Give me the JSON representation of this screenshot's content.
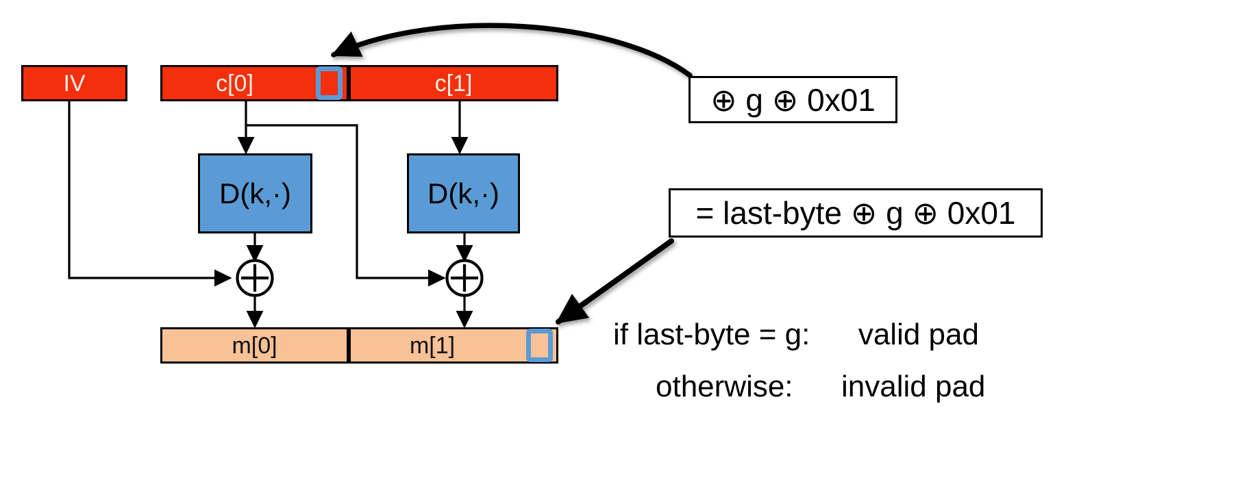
{
  "diagram": {
    "title": "CBC padding-oracle attack diagram",
    "colors": {
      "ciphertext_block": "#F42F0E",
      "ciphertext_text": "#FDEFE2",
      "message_block": "#F8C196",
      "decrypt_block": "#5B9BD5",
      "highlight_border": "#5B9BD5",
      "outline": "#000000",
      "background": "#FFFFFF"
    },
    "ciphertext_row": {
      "iv_label": "IV",
      "blocks": [
        {
          "label": "c[0]",
          "has_highlight_byte": true
        },
        {
          "label": "c[1]",
          "has_highlight_byte": false
        }
      ]
    },
    "decrypt_boxes": [
      {
        "label": "D(k,·)"
      },
      {
        "label": "D(k,·)"
      }
    ],
    "xor_nodes": [
      {
        "label": "⊕"
      },
      {
        "label": "⊕"
      }
    ],
    "message_row": {
      "blocks": [
        {
          "label": "m[0]",
          "has_highlight_byte": false
        },
        {
          "label": "m[1]",
          "has_highlight_byte": true
        }
      ]
    },
    "callouts": [
      {
        "name": "guess-xor-callout",
        "text": "⊕ g ⊕ 0x01"
      },
      {
        "name": "result-callout",
        "text": "= last-byte ⊕ g ⊕ 0x01"
      }
    ],
    "conditions": [
      {
        "condition": "if last-byte = g:",
        "result": "valid pad"
      },
      {
        "condition": "otherwise:",
        "result": "invalid pad"
      }
    ]
  }
}
